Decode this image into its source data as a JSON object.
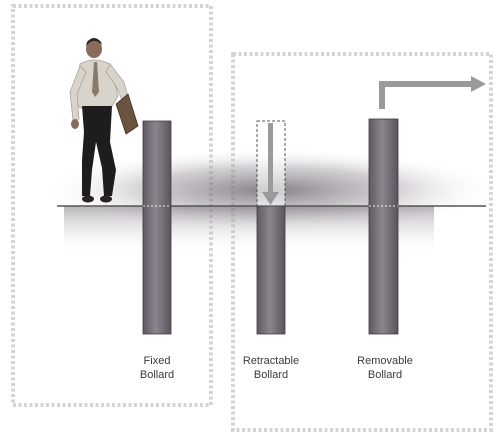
{
  "bollards": [
    {
      "line1": "Fixed",
      "line2": "Bollard"
    },
    {
      "line1": "Retractable",
      "line2": "Bollard"
    },
    {
      "line1": "Removable",
      "line2": "Bollard"
    }
  ],
  "colors": {
    "bollard_dark": "#6e6870",
    "bollard_light": "#9c949e",
    "frame_dots": "#d4d4d4",
    "ground_line": "#555555",
    "arrow": "#9a9a9a"
  },
  "icons": [
    "pedestrian-figure",
    "down-arrow-icon",
    "right-arrow-icon"
  ]
}
